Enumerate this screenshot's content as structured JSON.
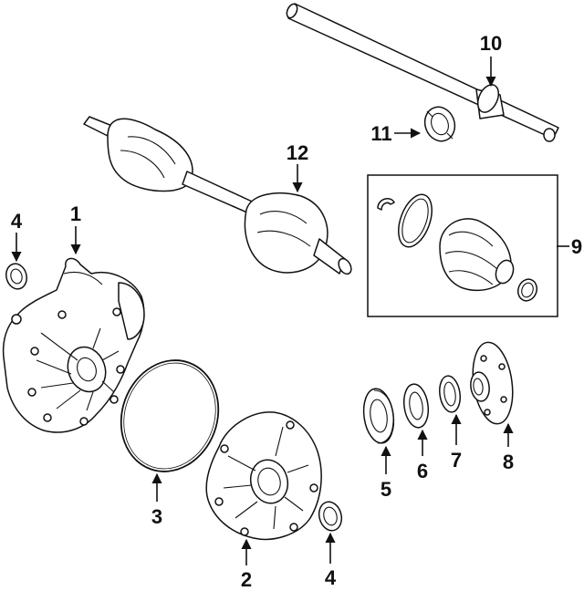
{
  "diagram": {
    "callouts": [
      {
        "id": "1",
        "label": "1"
      },
      {
        "id": "2",
        "label": "2"
      },
      {
        "id": "3",
        "label": "3"
      },
      {
        "id": "4a",
        "label": "4"
      },
      {
        "id": "4b",
        "label": "4"
      },
      {
        "id": "5",
        "label": "5"
      },
      {
        "id": "6",
        "label": "6"
      },
      {
        "id": "7",
        "label": "7"
      },
      {
        "id": "8",
        "label": "8"
      },
      {
        "id": "9",
        "label": "9"
      },
      {
        "id": "10",
        "label": "10"
      },
      {
        "id": "11",
        "label": "11"
      },
      {
        "id": "12",
        "label": "12"
      }
    ]
  }
}
